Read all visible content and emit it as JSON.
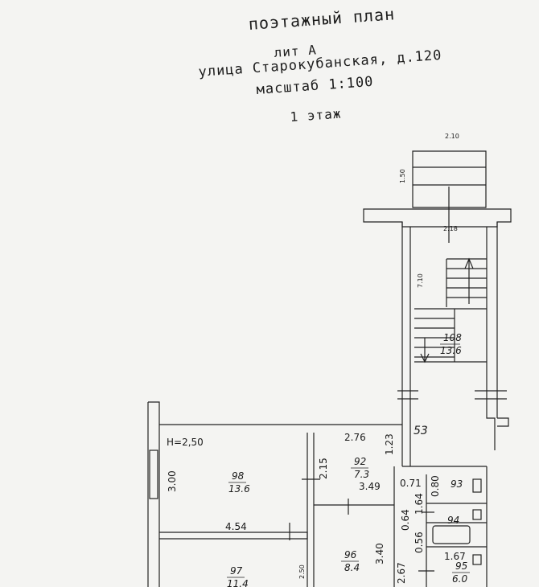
{
  "header": {
    "title": "поэтажный план",
    "lit": "лит А",
    "address": "улица Старокубанская, д.120",
    "scale": "масштаб 1:100",
    "floor": "1 этаж"
  },
  "dimensions": {
    "stair_top_width": "2.10",
    "stair_porch_depth": "1.50",
    "stair_width": "2.18",
    "stair_length": "7.10",
    "room92_width": "2.76",
    "hall_depth": "1.23",
    "room92_depth": "2.15",
    "room98_depth": "3.00",
    "room92_lower_width": "3.49",
    "bath_width": "0.71",
    "bath_depth": "0.80",
    "bath_lower_depth": "1.64",
    "corr_a": "0.64",
    "corr_b": "0.56",
    "room98_width": "4.54",
    "room96_depth": "3.40",
    "room97_depth": "2.50",
    "room96_width": "2.67",
    "room95_width": "1.67"
  },
  "ceiling_height": "Н=2,50",
  "rooms": [
    {
      "num": "108",
      "area": "13.6"
    },
    {
      "num": "53",
      "area": ""
    },
    {
      "num": "92",
      "area": "7.3"
    },
    {
      "num": "98",
      "area": "13.6"
    },
    {
      "num": "93",
      "area": ""
    },
    {
      "num": "94",
      "area": ""
    },
    {
      "num": "95",
      "area": "6.0"
    },
    {
      "num": "96",
      "area": "8.4"
    },
    {
      "num": "97",
      "area": "11.4"
    }
  ]
}
